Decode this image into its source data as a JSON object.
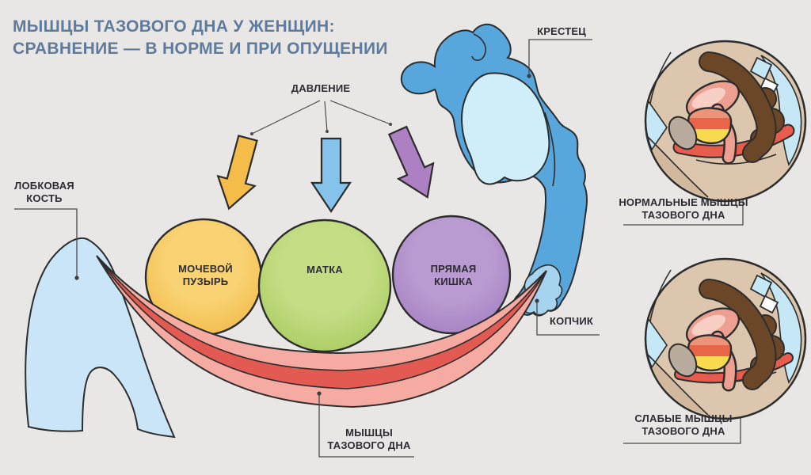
{
  "palette": {
    "bg": "#e9e7e6",
    "title_color": "#5e7b9c",
    "label_color": "#2d2c33",
    "line_color": "#4a4a4a",
    "outline": "#2d2d2d",
    "ball_yellow": "#f0b63f",
    "ball_yellow_hi": "#f9d273",
    "ball_green": "#a3c858",
    "ball_green_hi": "#c4dd85",
    "ball_purple": "#a07abf",
    "ball_purple_hi": "#ba9bd1",
    "arrow_yellow": "#f4bc48",
    "arrow_blue": "#85c3ea",
    "arrow_purple": "#ad7fc3",
    "sacrum_blue": "#58a7dc",
    "sacrum_light": "#cfeefa",
    "coccyx_blue": "#a6d3ee",
    "pubic_blue": "#c9e5f7",
    "muscle_light": "#f5aaa2",
    "muscle_dark": "#e25a51",
    "flesh": "#dcc6ad",
    "flesh_shade": "#d2b99e",
    "inset_blue": "#c6e8f6",
    "colon_brown": "#6b4728",
    "organ_pink": "#eda091",
    "organ_pink_hi": "#f8cfc5",
    "bladder_salmon": "#eb9479",
    "bladder_orange": "#e8654a",
    "bladder_yellow": "#f8da4e",
    "muscle_red": "#e85c4e",
    "pubic_gray": "#b9ab9e",
    "white": "#ffffff"
  },
  "title": {
    "line1": "МЫШЦЫ ТАЗОВОГО ДНА У ЖЕНЩИН:",
    "line2": "СРАВНЕНИЕ — В НОРМЕ И ПРИ ОПУЩЕНИИ"
  },
  "labels": {
    "pressure": "ДАВЛЕНИЕ",
    "bladder": "МОЧЕВОЙ ПУЗЫРЬ",
    "uterus": "МАТКА",
    "rectum": "ПРЯМАЯ КИШКА",
    "pubic_bone": "ЛОБКОВАЯ КОСТЬ",
    "sacrum": "КРЕСТЕЦ",
    "coccyx": "КОПЧИК",
    "pelvic_floor": "МЫШЦЫ ТАЗОВОГО ДНА",
    "inset_normal": "НОРМАЛЬНЫЕ МЫШЦЫ ТАЗОВОГО ДНА",
    "inset_weak": "СЛАБЫЕ МЫШЦЫ ТАЗОВОГО ДНА"
  }
}
